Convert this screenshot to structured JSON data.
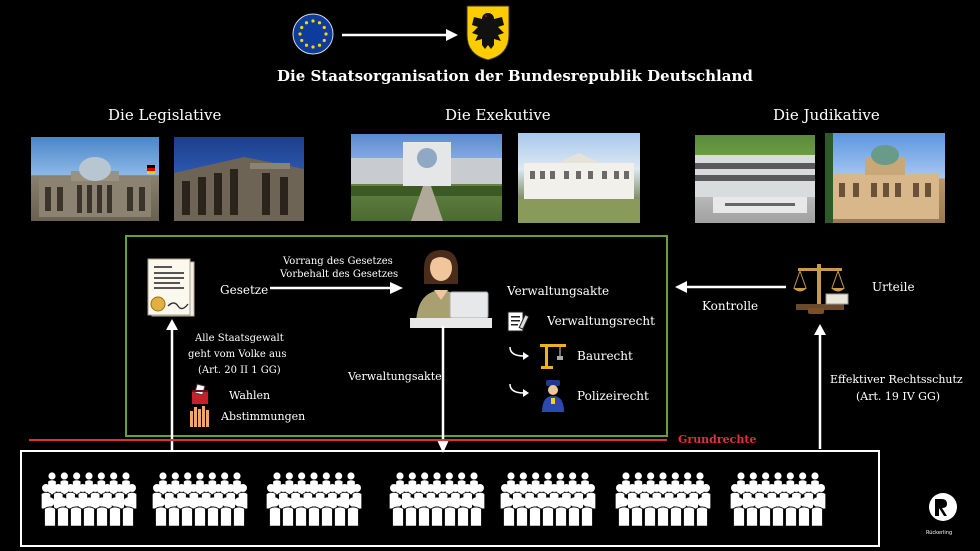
{
  "header": {
    "title": "Die Staatsorganisation der Bundesrepublik Deutschland"
  },
  "branches": {
    "legislative": "Die Legislative",
    "executive": "Die Exekutive",
    "judicial": "Die Judikative"
  },
  "flow": {
    "gesetze": "Gesetze",
    "vorrang": "Vorrang des Gesetzes",
    "vorbehalt": "Vorbehalt des Gesetzes",
    "verwaltungsakte_right": "Verwaltungsakte",
    "verwaltungsakte_down": "Verwaltungsakte",
    "verwaltungsrecht": "Verwaltungsrecht",
    "baurecht": "Baurecht",
    "polizeirecht": "Polizeirecht",
    "kontrolle": "Kontrolle",
    "urteile": "Urteile",
    "staatsgewalt_1": "Alle Staatsgewalt",
    "staatsgewalt_2": "geht vom Volke aus",
    "staatsgewalt_3": "(Art. 20 II 1 GG)",
    "wahlen": "Wahlen",
    "abstimmungen": "Abstimmungen",
    "rechtsschutz_1": "Effektiver Rechtsschutz",
    "rechtsschutz_2": "(Art. 19 IV GG)",
    "grundrechte": "Grundrechte"
  },
  "logo": {
    "text": "Rückerling"
  },
  "colors": {
    "background": "#000000",
    "green_box": "#64a03c",
    "grundrechte_red": "#e0303a",
    "eu_blue": "#0d3b9e",
    "eu_star": "#ffd200",
    "german_gold": "#ffcc00"
  }
}
